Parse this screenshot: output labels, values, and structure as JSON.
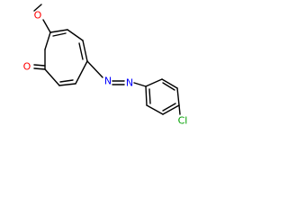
{
  "molecule": {
    "atom_labels": {
      "methoxy_oxygen": "O",
      "carbonyl_oxygen": "O",
      "azo_n1": "N",
      "azo_n2": "N",
      "chlorine": "Cl"
    },
    "colors": {
      "bond": "#000000",
      "oxygen": "#ff0000",
      "nitrogen": "#0000ff",
      "chlorine": "#00a000",
      "background": "#ffffff"
    }
  }
}
